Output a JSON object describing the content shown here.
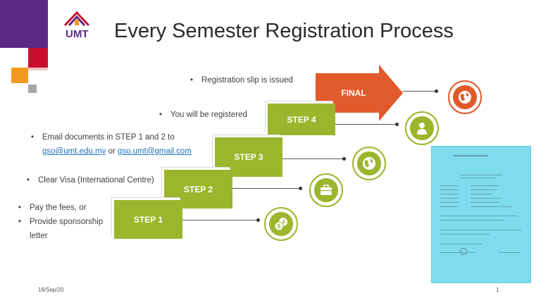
{
  "slide": {
    "title": "Every Semester Registration Process",
    "date": "18/Sep/20",
    "page_number": "1"
  },
  "logo": {
    "text": "UMT"
  },
  "steps": {
    "final": "FINAL",
    "step4": "STEP 4",
    "step3": "STEP 3",
    "step2": "STEP 2",
    "step1": "STEP 1"
  },
  "bullets": {
    "final": "Registration slip is issued",
    "step4": "You will be registered",
    "step3_line1": "Email documents in STEP 1 and 2 to",
    "step3_email1": "gso@umt.edu.my",
    "step3_or": " or ",
    "step3_email2": "gso.umt@gmail.com",
    "step2": "Clear Visa (International Centre)",
    "step1_a": "Pay the fees, or",
    "step1_b": "Provide sponsorship",
    "step1_c": "letter"
  },
  "icons": {
    "final": "globe-icon",
    "step4": "person-icon",
    "step3": "globe-icon",
    "step2": "briefcase-icon",
    "step1": "coins-icon"
  },
  "colors": {
    "step_green": "#9bb62c",
    "final_orange": "#e15a2b",
    "accent_purple": "#5b2a86",
    "accent_red": "#c8102e",
    "accent_orange": "#f39a1e"
  }
}
